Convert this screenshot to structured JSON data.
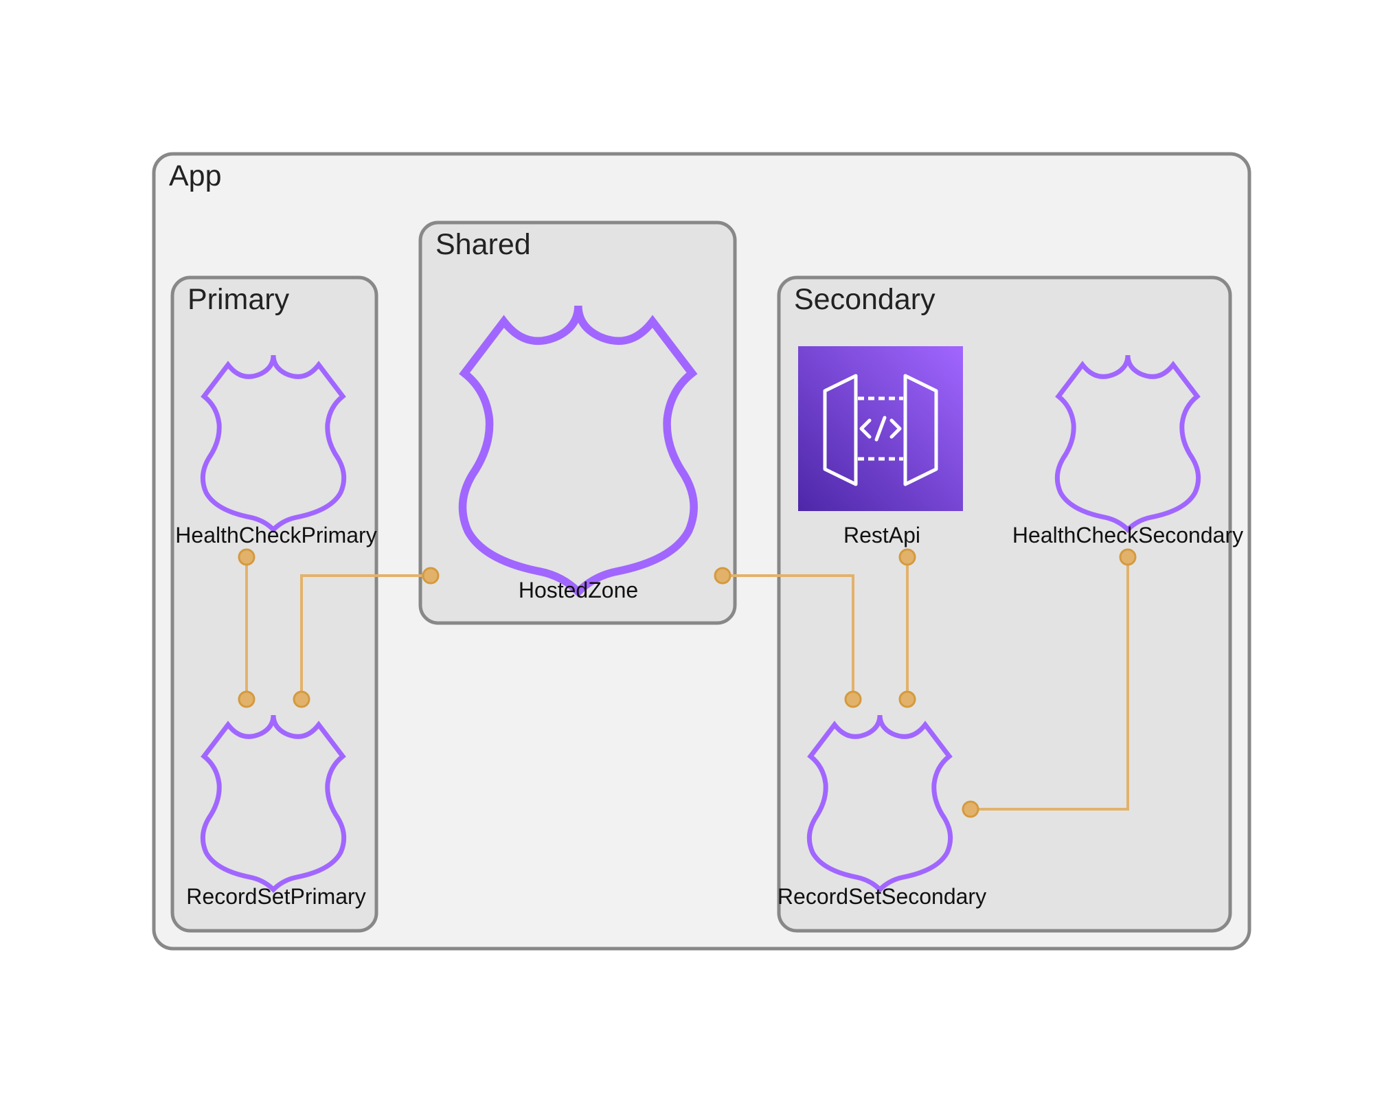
{
  "groups": {
    "app": "App",
    "shared": "Shared",
    "primary": "Primary",
    "secondary": "Secondary"
  },
  "nodes": {
    "health_check_primary": "HealthCheckPrimary",
    "record_set_primary": "RecordSetPrimary",
    "hosted_zone": "HostedZone",
    "rest_api": "RestApi",
    "health_check_secondary": "HealthCheckSecondary",
    "record_set_secondary": "RecordSetSecondary"
  },
  "icons": {
    "route53": "route53-shield-icon",
    "api_gateway": "api-gateway-icon"
  },
  "edges": [
    {
      "from": "HealthCheckPrimary",
      "to": "RecordSetPrimary"
    },
    {
      "from": "HostedZone",
      "to": "RecordSetPrimary"
    },
    {
      "from": "HostedZone",
      "to": "RecordSetSecondary"
    },
    {
      "from": "RestApi",
      "to": "RecordSetSecondary"
    },
    {
      "from": "HealthCheckSecondary",
      "to": "RecordSetSecondary"
    }
  ],
  "colors": {
    "group_border": "#888888",
    "outer_group_fill": "#f2f2f2",
    "inner_group_fill": "#e3e3e3",
    "route53_purple": "#a166ff",
    "api_gateway_dark": "#4d27a8",
    "api_gateway_light": "#a166ff",
    "edge_color": "#e2b26b"
  }
}
